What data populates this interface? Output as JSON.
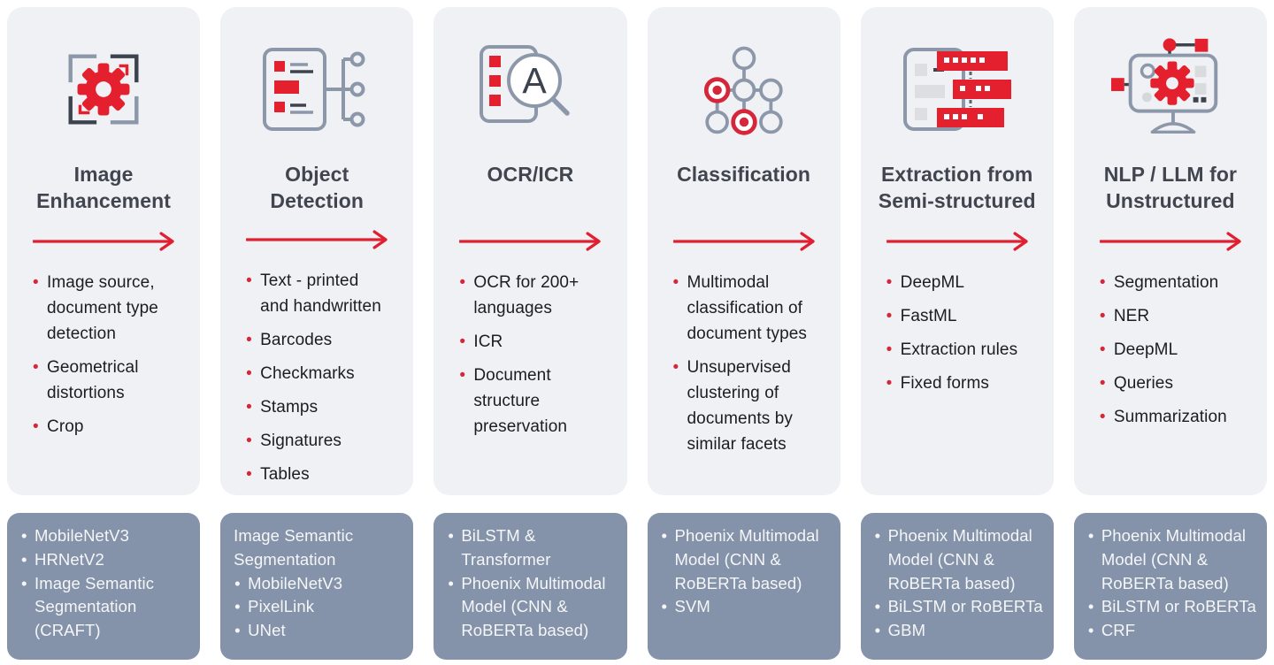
{
  "colors": {
    "accent_red": "#E01F30",
    "bullet_red": "#D6273A",
    "stage_card_bg": "#F0F1F4",
    "models_panel_bg": "#8593AA",
    "title_text": "#40454F",
    "body_text": "#1A1D22",
    "panel_text": "#F5F6F8",
    "icon_gray_blue": "#8C98AA",
    "icon_dark": "#3C434E",
    "icon_light_gray": "#DCDEE2"
  },
  "columns": [
    {
      "icon": "crop-frame-gear-icon",
      "title": "Image\nEnhancement",
      "features": [
        {
          "text": "Image source, document type detection"
        },
        {
          "text": "Geometrical distortions"
        },
        {
          "text": "Crop"
        }
      ],
      "models": [
        {
          "text": "MobileNetV3"
        },
        {
          "text": "HRNetV2"
        },
        {
          "text": "Image Semantic Segmentation (CRAFT)"
        }
      ]
    },
    {
      "icon": "document-list-tree-icon",
      "title": "Object\nDetection",
      "features": [
        {
          "text": "Text - printed and handwritten"
        },
        {
          "text": "Barcodes"
        },
        {
          "text": "Checkmarks"
        },
        {
          "text": "Stamps"
        },
        {
          "text": "Signatures"
        },
        {
          "text": "Tables"
        }
      ],
      "models": [
        {
          "text": "Image Semantic Segmentation",
          "bullet": false
        },
        {
          "text": "MobileNetV3"
        },
        {
          "text": "PixelLink"
        },
        {
          "text": "UNet"
        }
      ]
    },
    {
      "icon": "document-magnifier-icon",
      "title": "OCR/ICR",
      "features": [
        {
          "text": "OCR for 200+ languages"
        },
        {
          "text": "ICR"
        },
        {
          "text": "Document structure preservation"
        }
      ],
      "models": [
        {
          "text": "BiLSTM & Transformer"
        },
        {
          "text": "Phoenix Multimodal Model (CNN & RoBERTa based)"
        }
      ]
    },
    {
      "icon": "nodes-graph-icon",
      "title": "Classification",
      "features": [
        {
          "text": "Multimodal classification of document types"
        },
        {
          "text": "Unsupervised clustering of documents by similar facets"
        }
      ],
      "models": [
        {
          "text": "Phoenix Multimodal Model (CNN & RoBERTa based)"
        },
        {
          "text": "SVM"
        }
      ]
    },
    {
      "icon": "document-extraction-icon",
      "title": "Extraction from\nSemi-structured",
      "features": [
        {
          "text": "DeepML"
        },
        {
          "text": "FastML"
        },
        {
          "text": "Extraction rules"
        },
        {
          "text": "Fixed forms"
        }
      ],
      "models": [
        {
          "text": "Phoenix Multimodal Model (CNN & RoBERTa based)"
        },
        {
          "text": "BiLSTM or RoBERTa"
        },
        {
          "text": "GBM"
        }
      ]
    },
    {
      "icon": "monitor-gear-icon",
      "title": "NLP / LLM for\nUnstructured",
      "features": [
        {
          "text": "Segmentation"
        },
        {
          "text": "NER"
        },
        {
          "text": "DeepML"
        },
        {
          "text": "Queries"
        },
        {
          "text": "Summarization"
        }
      ],
      "models": [
        {
          "text": "Phoenix Multimodal Model (CNN & RoBERTa based)"
        },
        {
          "text": "BiLSTM or RoBERTa"
        },
        {
          "text": "CRF"
        }
      ]
    }
  ]
}
